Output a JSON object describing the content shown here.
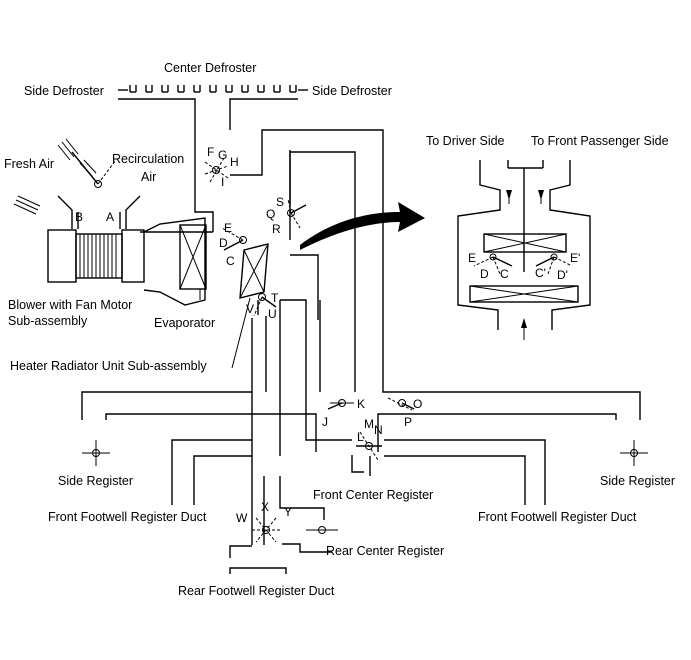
{
  "labels": {
    "center_defroster": "Center Defroster",
    "side_defroster_left": "Side Defroster",
    "side_defroster_right": "Side Defroster",
    "fresh_air": "Fresh Air",
    "recirculation": "Recirculation",
    "air": "Air",
    "blower_line1": "Blower with Fan Motor",
    "blower_line2": "Sub-assembly",
    "evaporator": "Evaporator",
    "heater_radiator": "Heater Radiator Unit Sub-assembly",
    "to_driver_side": "To Driver Side",
    "to_front_passenger_side": "To Front Passenger Side",
    "side_register_left": "Side Register",
    "side_register_right": "Side Register",
    "front_center_register": "Front Center Register",
    "front_footwell_left": "Front Footwell Register Duct",
    "front_footwell_right": "Front Footwell Register Duct",
    "rear_center_register": "Rear Center Register",
    "rear_footwell": "Rear Footwell Register Duct"
  },
  "damper_letters": {
    "a": "A",
    "b": "B",
    "c": "C",
    "d": "D",
    "e": "E",
    "f": "F",
    "g": "G",
    "h": "H",
    "i": "I",
    "j": "J",
    "k": "K",
    "l": "L",
    "m": "M",
    "n": "N",
    "o": "O",
    "p": "P",
    "q": "Q",
    "r": "R",
    "s": "S",
    "t": "T",
    "u": "U",
    "v": "V",
    "w": "W",
    "x": "X",
    "y": "Y"
  },
  "inset_letters": {
    "e": "E",
    "d": "D",
    "c": "C",
    "c_prime": "C'",
    "e_prime": "E'",
    "d_prime": "D'"
  }
}
